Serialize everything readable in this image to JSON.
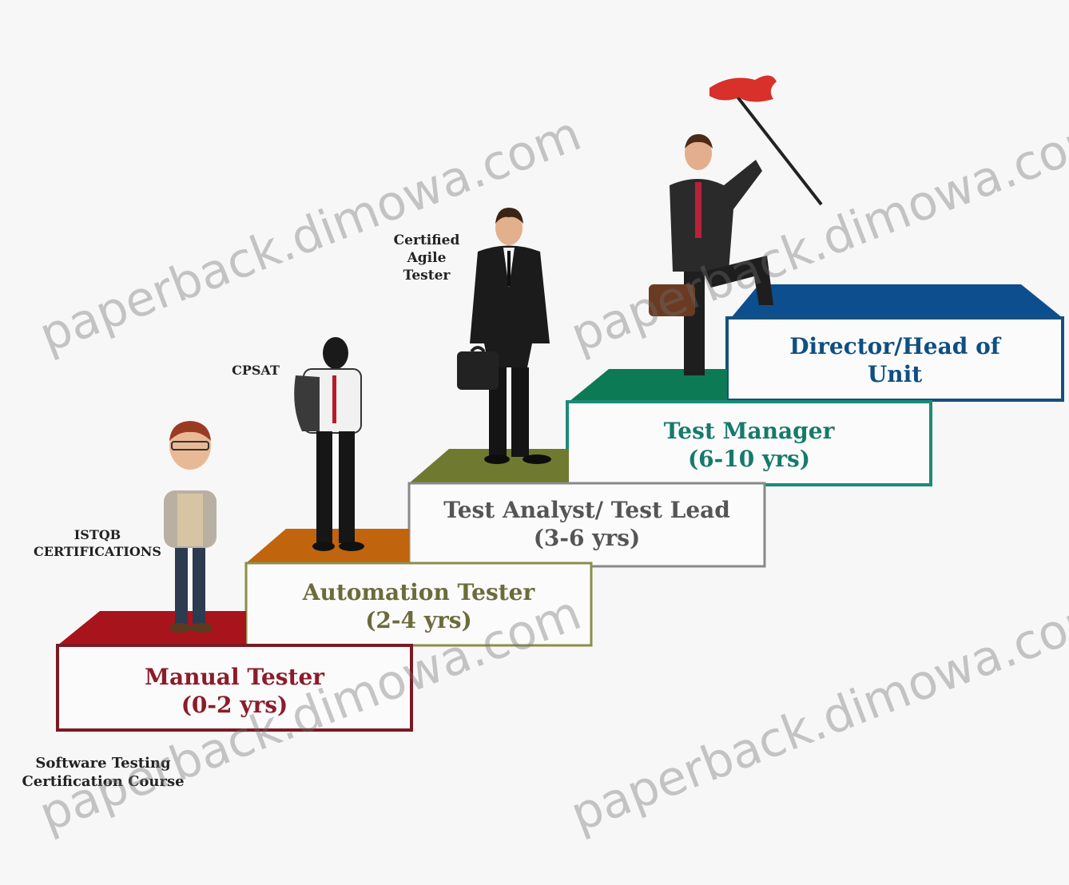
{
  "steps": [
    {
      "title": "Manual Tester",
      "years": "(0-2 yrs)",
      "color": "#8c1c2a"
    },
    {
      "title": "Automation Tester",
      "years": "(2-4 yrs)",
      "color": "#6b6b3c"
    },
    {
      "title": "Test Analyst/ Test Lead",
      "years": "(3-6 yrs)",
      "color": "#555555"
    },
    {
      "title": "Test Manager",
      "years": "(6-10 yrs)",
      "color": "#167a6a"
    },
    {
      "title": "Director/Head of",
      "years": "Unit",
      "color": "#0f4f82"
    }
  ],
  "certifications": {
    "software_testing": [
      "Software Testing",
      "Certification Course"
    ],
    "istqb": [
      "ISTQB",
      "CERTIFICATIONS"
    ],
    "cpsat": "CPSAT",
    "agile": [
      "Certified",
      "Agile",
      "Tester"
    ]
  },
  "watermark": "paperback.dimowa.com",
  "colors": {
    "step1_top": "#a8141c",
    "step2_top": "#c1640e",
    "step3_top": "#6f7a30",
    "step4_top": "#0b7a55",
    "step5_top": "#0d4e8e",
    "step1_border": "#7a1a24",
    "step2_border": "#8b8e4a",
    "step3_border": "#888888",
    "step4_border": "#1d8a7a",
    "step5_border": "#14507e"
  }
}
